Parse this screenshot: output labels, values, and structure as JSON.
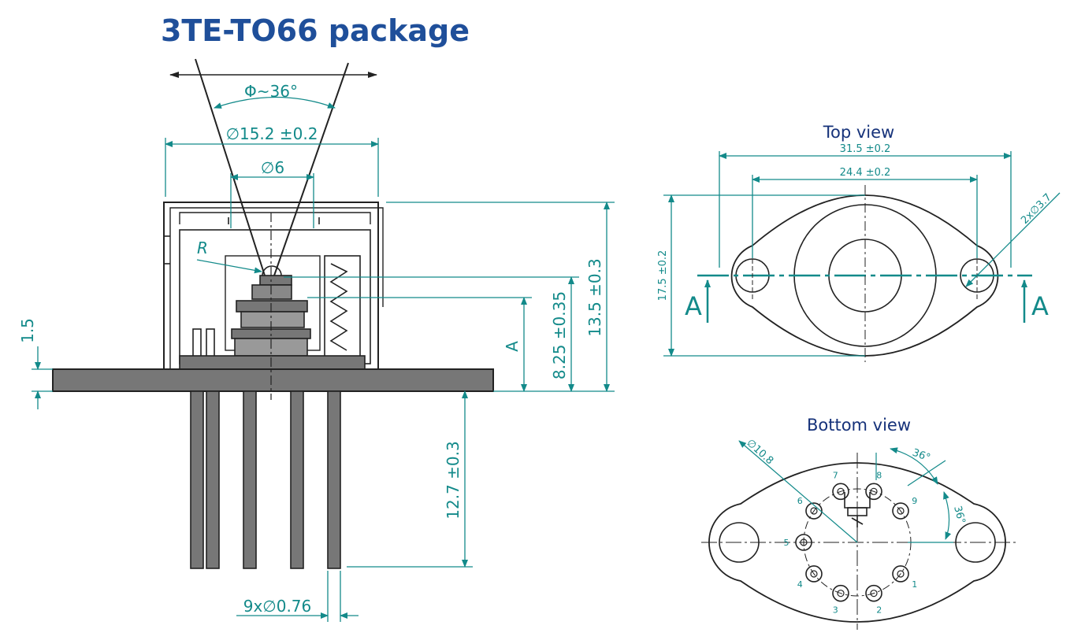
{
  "title": "3TE-TO66 package",
  "colors": {
    "title": "#1f4f9a",
    "dimension": "#138a8a",
    "outline": "#222222",
    "fill": "#777777",
    "view_label": "#16327a"
  },
  "side_view": {
    "angle": "Φ~36°",
    "dia_window": "∅15.2 ±0.2",
    "dia_inner": "∅6",
    "radius": "R",
    "height_total": "13.5 ±0.3",
    "height_chip": "8.25 ±0.35",
    "ref_a": "A",
    "base_thick": "1.5",
    "pin_length": "12.7 ±0.3",
    "pin_dia": "9x∅0.76"
  },
  "top_view": {
    "label": "Top view",
    "width": "31.5 ±0.2",
    "hole_pitch": "24.4 ±0.2",
    "height": "17.5 ±0.2",
    "hole_dia": "2x∅3.7",
    "section_left": "A",
    "section_right": "A"
  },
  "bottom_view": {
    "label": "Bottom view",
    "pin_circle_dia": "∅10.8",
    "angle_1": "36°",
    "angle_2": "36°",
    "pins": [
      "1",
      "2",
      "3",
      "4",
      "5",
      "6",
      "7",
      "8",
      "9"
    ]
  }
}
